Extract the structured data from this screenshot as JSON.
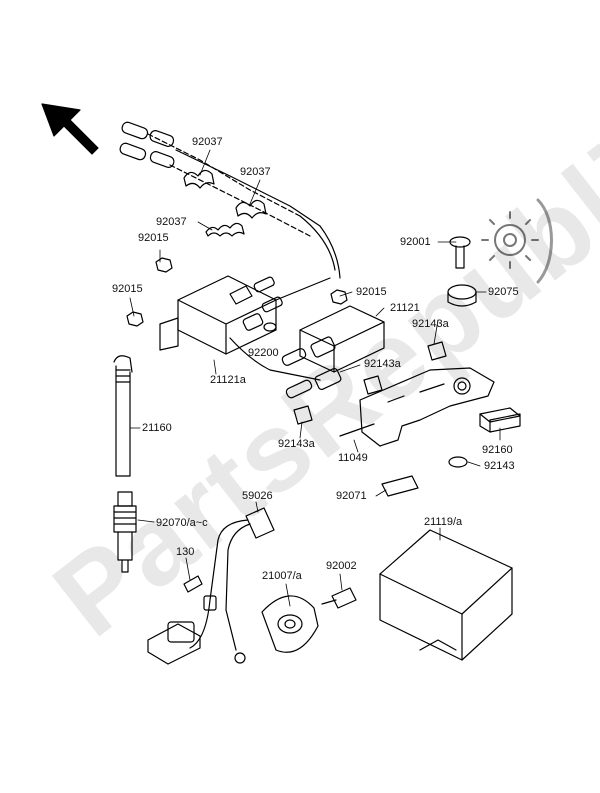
{
  "watermark": "PartsRepublik",
  "labels": [
    {
      "id": "l01",
      "text": "92037"
    },
    {
      "id": "l02",
      "text": "92037"
    },
    {
      "id": "l03",
      "text": "92037"
    },
    {
      "id": "l04",
      "text": "92015"
    },
    {
      "id": "l05",
      "text": "92015"
    },
    {
      "id": "l06",
      "text": "92001"
    },
    {
      "id": "l07",
      "text": "92075"
    },
    {
      "id": "l08",
      "text": "92015"
    },
    {
      "id": "l09",
      "text": "21121"
    },
    {
      "id": "l10",
      "text": "92143a"
    },
    {
      "id": "l11",
      "text": "92200"
    },
    {
      "id": "l12",
      "text": "21121a"
    },
    {
      "id": "l13",
      "text": "92143a"
    },
    {
      "id": "l14",
      "text": "21160"
    },
    {
      "id": "l15",
      "text": "92143a"
    },
    {
      "id": "l16",
      "text": "92160"
    },
    {
      "id": "l17",
      "text": "92143"
    },
    {
      "id": "l18",
      "text": "11049"
    },
    {
      "id": "l19",
      "text": "92071"
    },
    {
      "id": "l20",
      "text": "59026"
    },
    {
      "id": "l21",
      "text": "21119/a"
    },
    {
      "id": "l22",
      "text": "92070/a~c"
    },
    {
      "id": "l23",
      "text": "130"
    },
    {
      "id": "l24",
      "text": "21007/a"
    },
    {
      "id": "l25",
      "text": "92002"
    }
  ]
}
